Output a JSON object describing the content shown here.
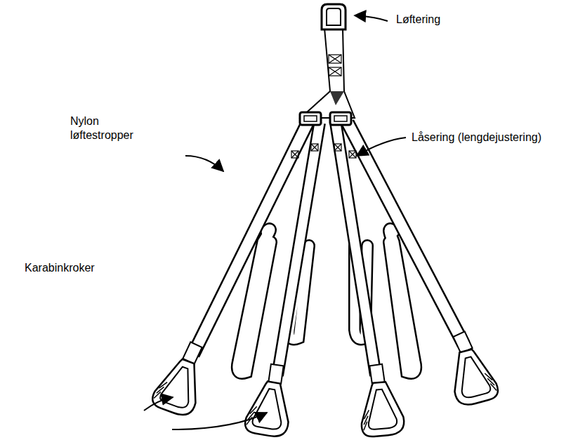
{
  "diagram": {
    "labels": [
      "Løftering",
      "Låsering (lengdejustering)",
      "Nylon løftestropper",
      "Karabinkroker"
    ]
  }
}
